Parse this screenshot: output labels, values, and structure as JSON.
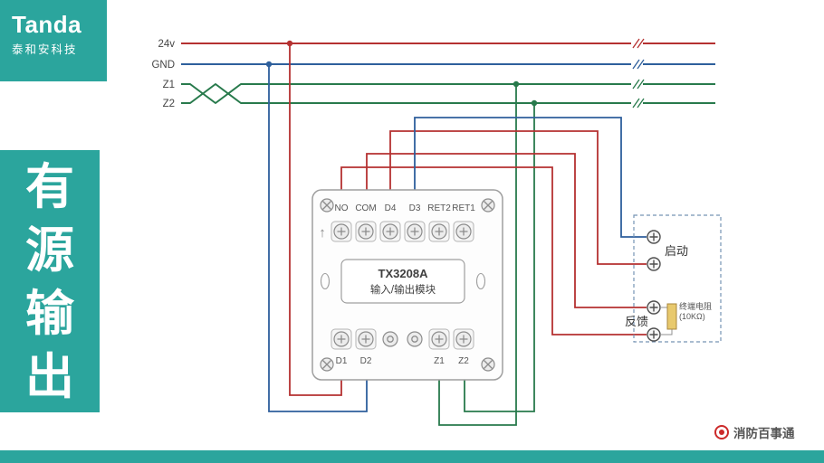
{
  "brand": {
    "name": "Tanda",
    "tagline": "泰和安科技"
  },
  "banner": {
    "chars": [
      "有",
      "源",
      "输",
      "出"
    ]
  },
  "bus": {
    "labels": [
      "24v",
      "GND",
      "Z1",
      "Z2"
    ]
  },
  "module": {
    "model": "TX3208A",
    "name": "输入/输出模块",
    "arrow": "↑",
    "top_terminals": [
      "NO",
      "COM",
      "D4",
      "D3",
      "RET2",
      "RET1"
    ],
    "bottom_terminals": [
      "D1",
      "D2",
      "Z1",
      "Z2"
    ]
  },
  "device": {
    "start_label": "启动",
    "feedback_label": "反馈",
    "resistor_label": "终端电阻",
    "resistor_value": "(10KΩ)"
  },
  "footer": {
    "brand": "消防百事通"
  },
  "colors": {
    "teal": "#2ba59d",
    "wire_red": "#b53131",
    "wire_blue": "#2e5f9c",
    "wire_green": "#287a4c",
    "brand_red": "#cc2a2a"
  }
}
